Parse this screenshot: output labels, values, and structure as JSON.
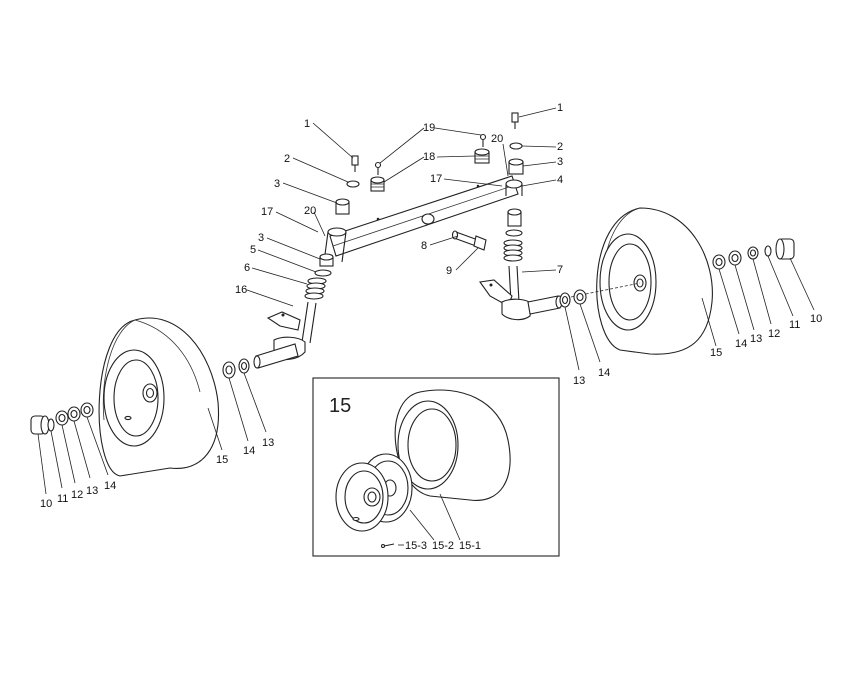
{
  "callouts": {
    "left_1": "1",
    "left_2": "2",
    "left_3a": "3",
    "left_17": "17",
    "left_20": "20",
    "left_3b": "3",
    "left_5": "5",
    "left_6": "6",
    "left_16": "16",
    "top_19": "19",
    "top_18": "18",
    "right_1": "1",
    "right_2": "2",
    "right_3": "3",
    "right_20": "20",
    "right_17": "17",
    "right_4": "4",
    "mid_8": "8",
    "mid_9": "9",
    "right_7": "7",
    "lw_14": "14",
    "lw_13": "13",
    "lw_15": "15",
    "lh_10": "10",
    "lh_11": "11",
    "lh_12": "12",
    "lh_13": "13",
    "lh_14": "14",
    "rw_13": "13",
    "rw_14": "14",
    "rw_15": "15",
    "rh_14": "14",
    "rh_13": "13",
    "rh_12": "12",
    "rh_11": "11",
    "rh_10": "10"
  },
  "inset": {
    "title": "15",
    "labels": {
      "p3": "15-3",
      "p2": "15-2",
      "p1": "15-1"
    }
  }
}
